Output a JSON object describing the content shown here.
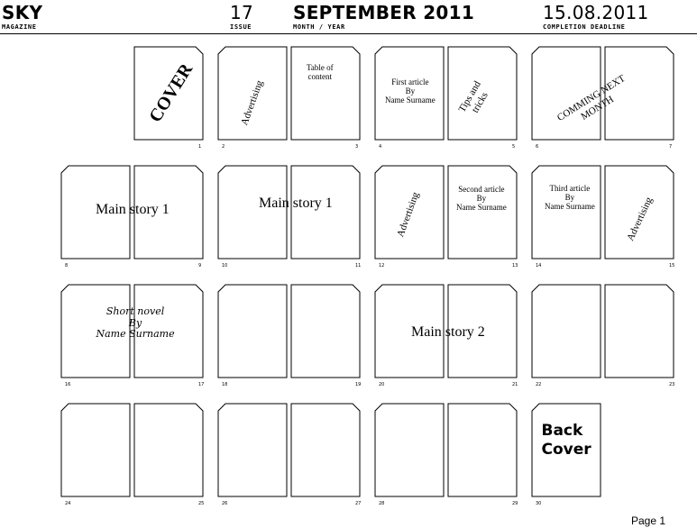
{
  "header": {
    "magazine": "SKY",
    "magazine_label": "MAGAZINE",
    "issue": "17",
    "issue_label": "ISSUE",
    "month_year": "SEPTEMBER 2011",
    "month_year_label": "MONTH / YEAR",
    "deadline": "15.08.2011",
    "deadline_label": "COMPLETION DEADLINE"
  },
  "pages": [
    {
      "n": "1",
      "label": ""
    },
    {
      "n": "2",
      "label": ""
    },
    {
      "n": "3",
      "label": ""
    },
    {
      "n": "4",
      "label": ""
    },
    {
      "n": "5",
      "label": ""
    },
    {
      "n": "6",
      "label": ""
    },
    {
      "n": "7",
      "label": ""
    },
    {
      "n": "8",
      "label": ""
    },
    {
      "n": "9",
      "label": ""
    },
    {
      "n": "10",
      "label": ""
    },
    {
      "n": "11",
      "label": ""
    },
    {
      "n": "12",
      "label": ""
    },
    {
      "n": "13",
      "label": ""
    },
    {
      "n": "14",
      "label": ""
    },
    {
      "n": "15",
      "label": ""
    },
    {
      "n": "16",
      "label": ""
    },
    {
      "n": "17",
      "label": ""
    },
    {
      "n": "18",
      "label": ""
    },
    {
      "n": "19",
      "label": ""
    },
    {
      "n": "20",
      "label": ""
    },
    {
      "n": "21",
      "label": ""
    },
    {
      "n": "22",
      "label": ""
    },
    {
      "n": "23",
      "label": ""
    },
    {
      "n": "24",
      "label": ""
    },
    {
      "n": "25",
      "label": ""
    },
    {
      "n": "26",
      "label": ""
    },
    {
      "n": "27",
      "label": ""
    },
    {
      "n": "28",
      "label": ""
    },
    {
      "n": "29",
      "label": ""
    },
    {
      "n": "30",
      "label": ""
    }
  ],
  "labels": {
    "cover": "COVER",
    "advertising": "Advertising",
    "toc": "Table of\ncontent",
    "first_article": "First article\nBy\nName Surname",
    "tips": "Tips and\ntricks",
    "coming_next": "COMMING NEXT\nMONTH",
    "main_story_1": "Main story 1",
    "second_article": "Second article\nBy\nName Surname",
    "third_article": "Third article\nBy\nName Surname",
    "short_novel": "Short novel\nBy\nName Surname",
    "main_story_2": "Main story 2",
    "back_cover": "Back\nCover"
  },
  "footer": {
    "page": "Page 1"
  }
}
